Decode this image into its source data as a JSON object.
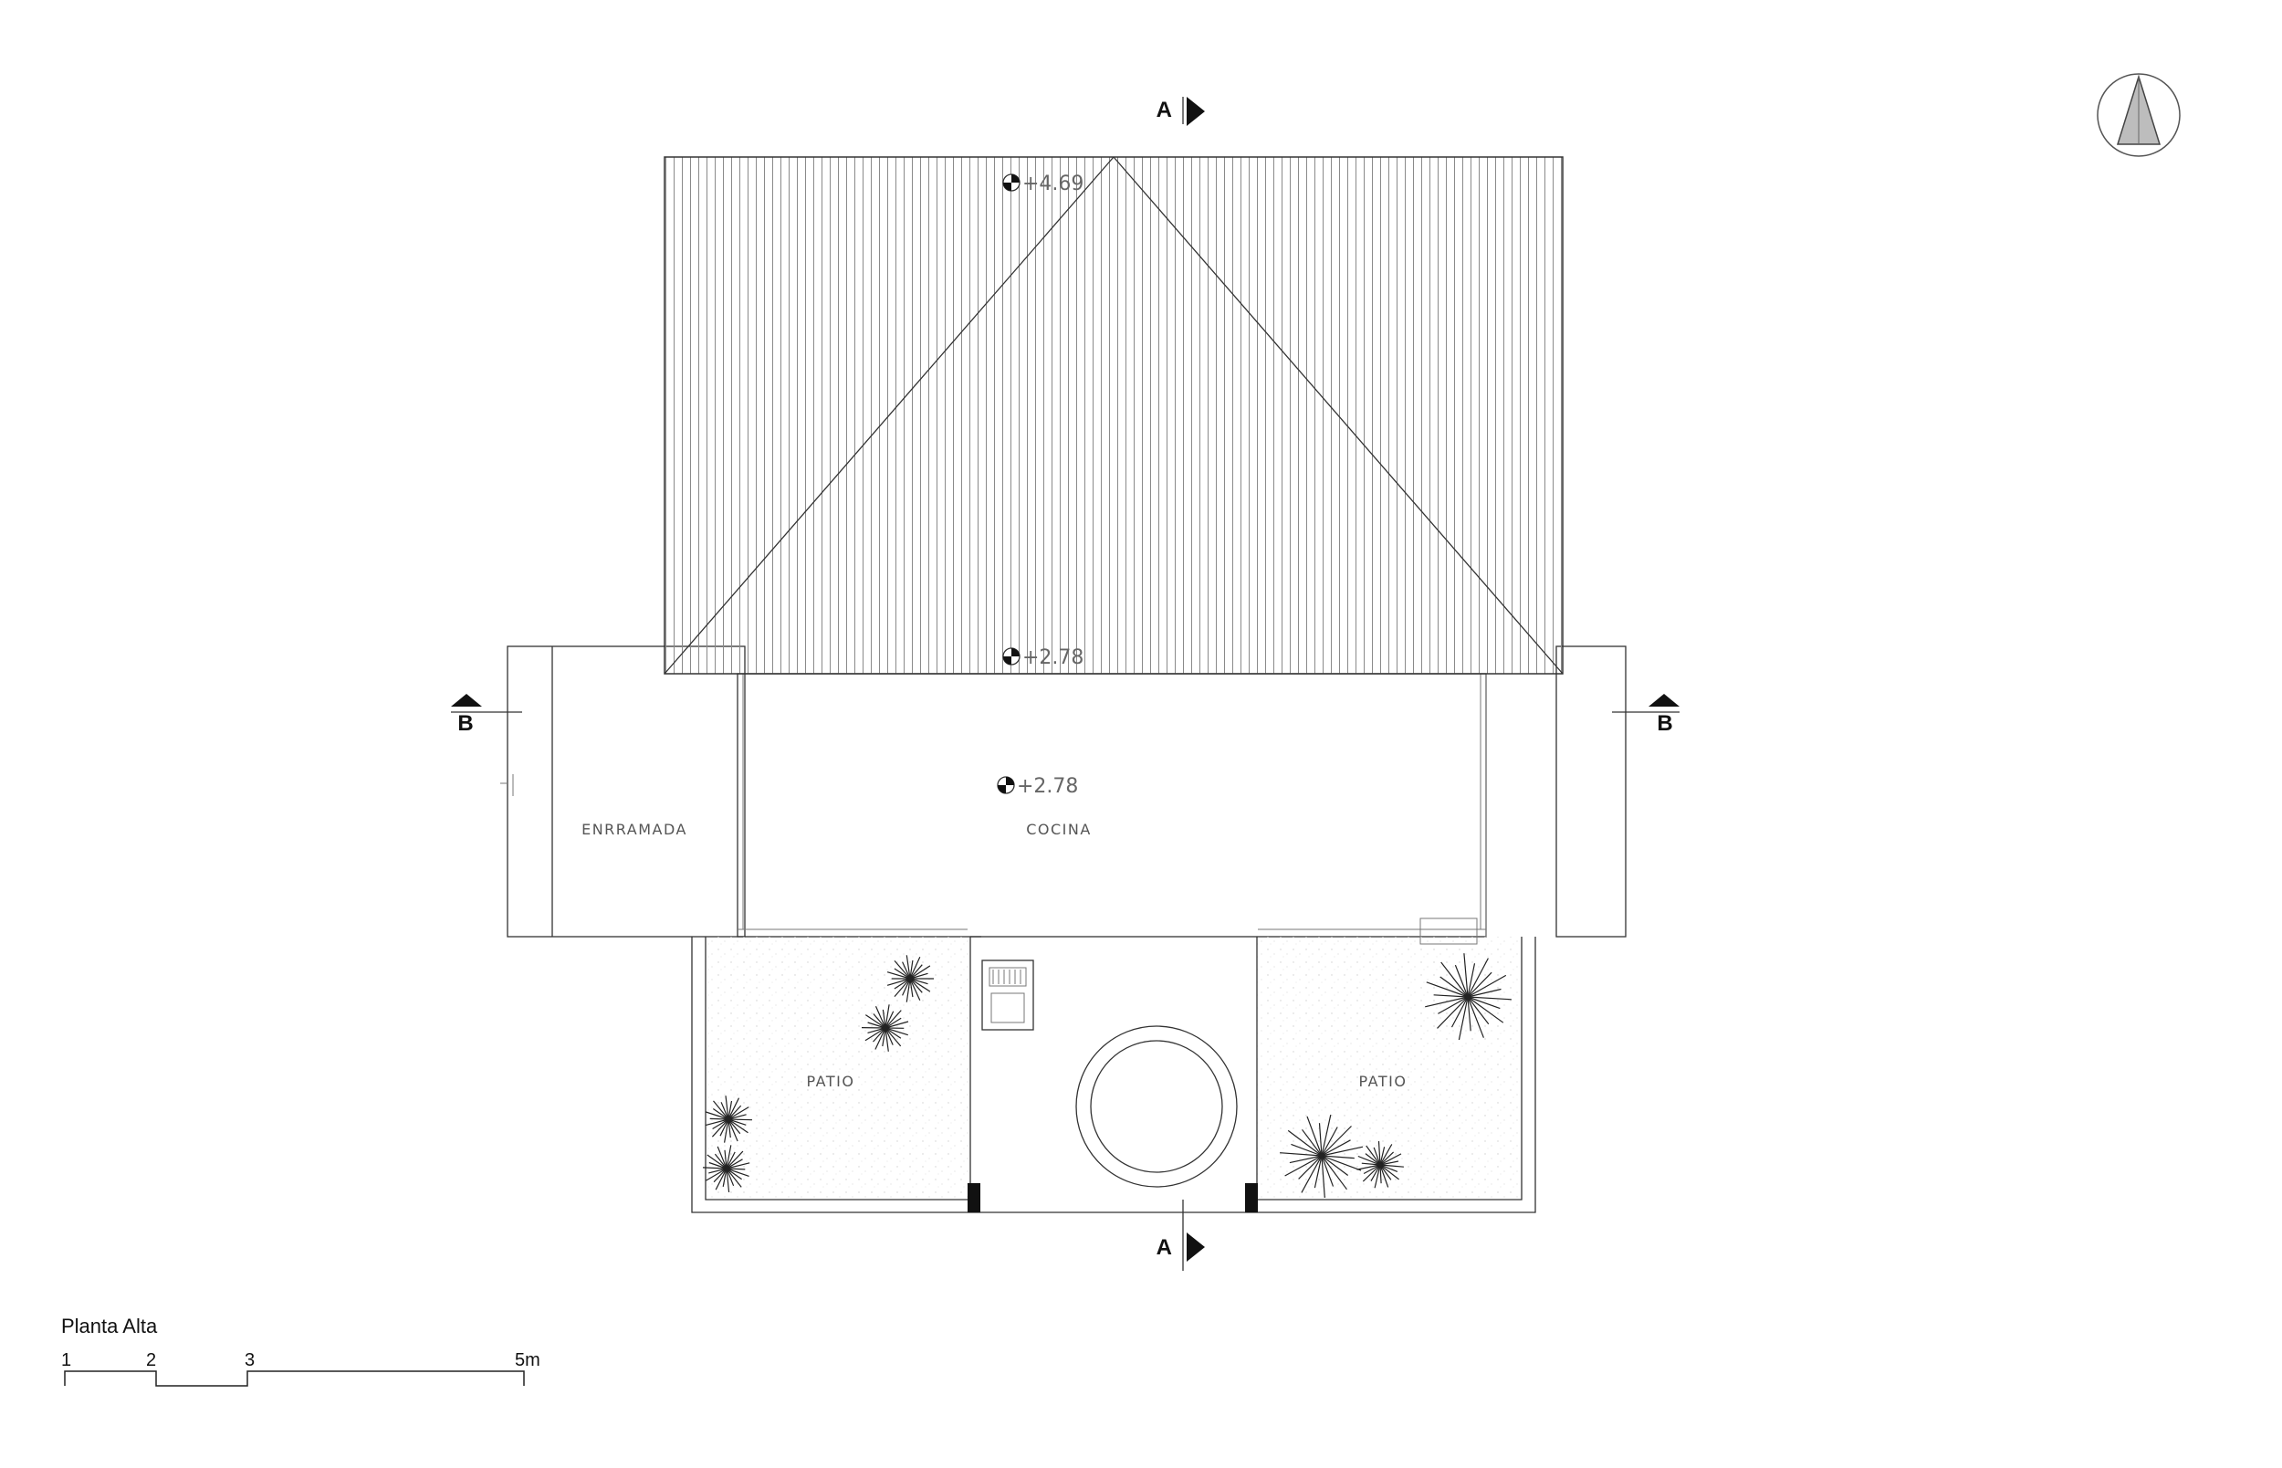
{
  "drawing": {
    "title": "Planta Alta",
    "rooms": {
      "enrramada": "ENRRAMADA",
      "cocina": "COCINA",
      "patio_left": "PATIO",
      "patio_right": "PATIO"
    },
    "levels": {
      "ridge": "+4.69",
      "eave": "+2.78",
      "floor": "+2.78"
    },
    "section_marks": {
      "a_top": "A",
      "a_bottom": "A",
      "b_left": "B",
      "b_right": "B"
    },
    "scale_bar": {
      "labels": [
        "1",
        "2",
        "3",
        "5m"
      ]
    },
    "icons": [
      "north-arrow-icon",
      "level-marker-icon",
      "plant-icon",
      "section-arrow-icon"
    ],
    "colors": {
      "line": "#333333",
      "hatch": "#8a8a8a",
      "text": "#555555"
    }
  }
}
